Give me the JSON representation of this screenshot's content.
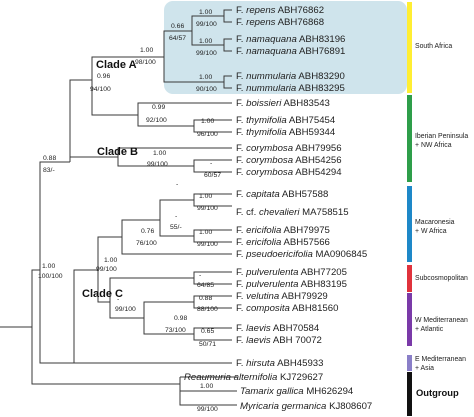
{
  "taxa": [
    {
      "genus": "F.",
      "species": "repens",
      "accession": "ABH76862"
    },
    {
      "genus": "F.",
      "species": "repens",
      "accession": "ABH76868"
    },
    {
      "genus": "F.",
      "species": "namaquana",
      "accession": "ABH83196"
    },
    {
      "genus": "F.",
      "species": "namaquana",
      "accession": "ABH76891"
    },
    {
      "genus": "F.",
      "species": "nummularia",
      "accession": "ABH83290"
    },
    {
      "genus": "F.",
      "species": "nummularia",
      "accession": "ABH83295"
    },
    {
      "genus": "F.",
      "species": "boissieri",
      "accession": "ABH83543"
    },
    {
      "genus": "F.",
      "species": "thymifolia",
      "accession": "ABH75454"
    },
    {
      "genus": "F.",
      "species": "thymifolia",
      "accession": "ABH59344"
    },
    {
      "genus": "F.",
      "species": "corymbosa",
      "accession": "ABH79956"
    },
    {
      "genus": "F.",
      "species": "corymbosa",
      "accession": "ABH54256"
    },
    {
      "genus": "F.",
      "species": "corymbosa",
      "accession": "ABH54294"
    },
    {
      "genus": "F.",
      "species": "capitata",
      "accession": "ABH57588"
    },
    {
      "genus": "F. cf.",
      "species": "chevalieri",
      "accession": "MA758515"
    },
    {
      "genus": "F.",
      "species": "ericifolia",
      "accession": "ABH79975"
    },
    {
      "genus": "F.",
      "species": "ericifolia",
      "accession": "ABH57566"
    },
    {
      "genus": "F.",
      "species": "pseudoericifolia",
      "accession": "MA0906845"
    },
    {
      "genus": "F.",
      "species": "pulverulenta",
      "accession": "ABH77205"
    },
    {
      "genus": "F.",
      "species": "pulverulenta",
      "accession": "ABH83195"
    },
    {
      "genus": "F.",
      "species": "velutina",
      "accession": "ABH79929"
    },
    {
      "genus": "F.",
      "species": "composita",
      "accession": "ABH81560"
    },
    {
      "genus": "F.",
      "species": "laevis",
      "accession": "ABH70584"
    },
    {
      "genus": "F.",
      "species": "laevis",
      "accession": "ABH 70072"
    },
    {
      "genus": "F.",
      "species": "hirsuta",
      "accession": "ABH45933"
    },
    {
      "genus": "Reaumuria",
      "species": "alternifolia",
      "accession": "KJ729627"
    },
    {
      "genus": "Tamarix",
      "species": "gallica",
      "accession": "MH626294"
    },
    {
      "genus": "Myricaria",
      "species": "germanica",
      "accession": "KJ808607"
    }
  ],
  "clades": {
    "a": "Clade A",
    "b": "Clade B",
    "c": "Clade C"
  },
  "support": {
    "repens_pp": "1.00",
    "repens_bs": "99/100",
    "ab_pp": "0.66",
    "ab_bs": "64/57",
    "namaquana_pp": "1.00",
    "namaquana_bs": "99/100",
    "nummularia_pp": "1.00",
    "nummularia_bs": "90/100",
    "cladeA_pp": "1.00",
    "cladeA_bs": "98/100",
    "aplus_pp": "0.96",
    "aplus_bs": "94/100",
    "thymb_pp": "0.99",
    "thymb_bs": "92/100",
    "thymifolia_pp": "1.00",
    "thymifolia_bs": "96/100",
    "cladeB_pp": "1.00",
    "cladeB_bs": "99/100",
    "cory_pp": "-",
    "cory_bs": "60/57",
    "ab_root_pp": "0.88",
    "ab_root_bs": "83/-",
    "capchev_pp": "-",
    "capchev_bs": "",
    "capchev2_pp": "1.00",
    "capchev2_bs": "99/100",
    "cce_pp": "-",
    "cce_bs": "55/-",
    "eric_pp": "1.00",
    "eric_bs": "99/100",
    "maca_pp": "0.76",
    "maca_bs": "76/100",
    "macaroot_pp": "1.00",
    "macaroot_bs": "99/100",
    "pulv_pp": "-",
    "pulv_bs": "64/85",
    "velcomp_pp": "0.88",
    "velcomp_bs": "88/100",
    "vcl_pp": "0.98",
    "vcl_bs": "73/100",
    "laevis_pp": "0.65",
    "laevis_bs": "50/71",
    "pulvroot_pp": "-",
    "pulvroot_bs": "99/100",
    "root_pp": "1.00",
    "root_bs": "100/100",
    "out_pp": "1.00",
    "out_bs": "99/100"
  },
  "regions": {
    "south_africa": "South Africa",
    "iberian_1": "Iberian Peninsula",
    "iberian_2": "+ NW Africa",
    "macaronesia_1": "Macaronesia",
    "macaronesia_2": "+ W Africa",
    "subcosmo": "Subcosmopolitan",
    "wmed_1": "W Mediterranean",
    "wmed_2": "+ Atlantic",
    "emed_1": "E Mediterranean",
    "emed_2": "+ Asia",
    "outgroup": "Outgroup"
  },
  "colors": {
    "south_africa": "#ffee33",
    "iberian": "#2e9e4a",
    "macaronesia": "#1e88c8",
    "subcosmo": "#e0323c",
    "wmed": "#7a3aa8",
    "emed": "#8a7fc8",
    "outgroup": "#111111",
    "clade_a_highlight": "#cfe4ec"
  }
}
